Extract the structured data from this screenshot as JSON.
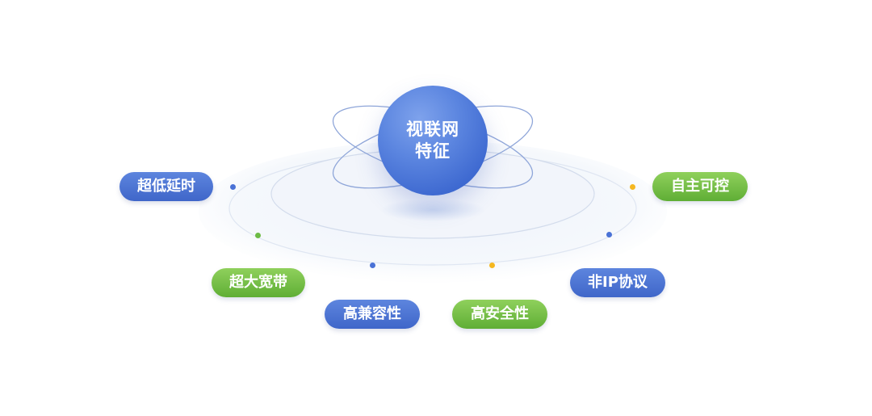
{
  "center": {
    "line1": "视联网",
    "line2": "特征"
  },
  "features": [
    {
      "label": "超低延时",
      "color": "blue"
    },
    {
      "label": "超大宽带",
      "color": "green"
    },
    {
      "label": "高兼容性",
      "color": "blue"
    },
    {
      "label": "高安全性",
      "color": "green"
    },
    {
      "label": "非IP协议",
      "color": "blue"
    },
    {
      "label": "自主可控",
      "color": "green"
    }
  ],
  "colors": {
    "blue": "#4a72d6",
    "green": "#6dbb45",
    "yellow": "#f5b720"
  }
}
